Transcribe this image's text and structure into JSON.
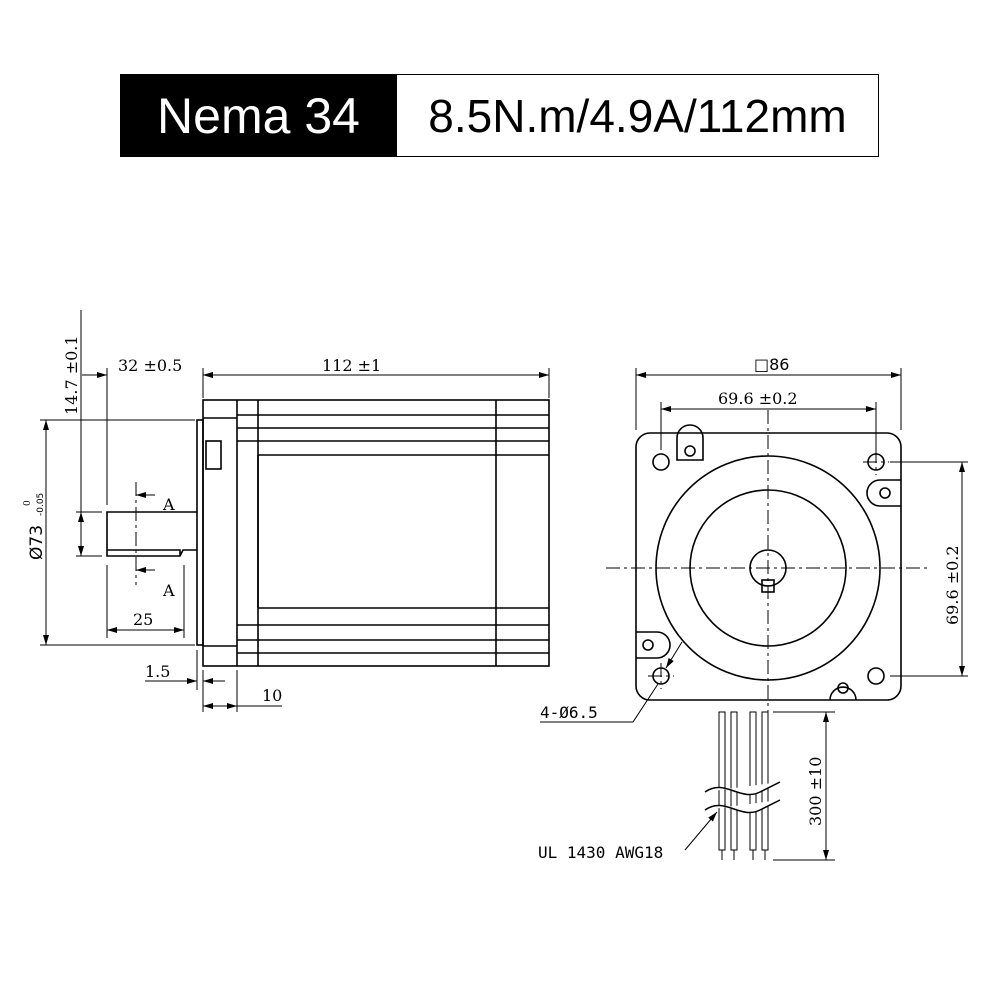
{
  "header": {
    "model": "Nema 34",
    "specs": "8.5N.m/4.9A/112mm"
  },
  "side_view": {
    "shaft_length": "32 ±0.5",
    "body_length": "112 ±1",
    "flat_height": "14.7 ±0.1",
    "pilot_diameter": "Ø73",
    "pilot_tol_upper": "0",
    "pilot_tol_lower": "-0.05",
    "section_label": "A",
    "flat_length": "25",
    "pilot_depth": "1.5",
    "flange_thickness": "10"
  },
  "front_view": {
    "square": "□86",
    "hole_spacing_h": "69.6 ±0.2",
    "hole_spacing_v": "69.6 ±0.2",
    "holes": "4-Ø6.5",
    "lead_length": "300 ±10",
    "wire_spec": "UL 1430 AWG18"
  }
}
